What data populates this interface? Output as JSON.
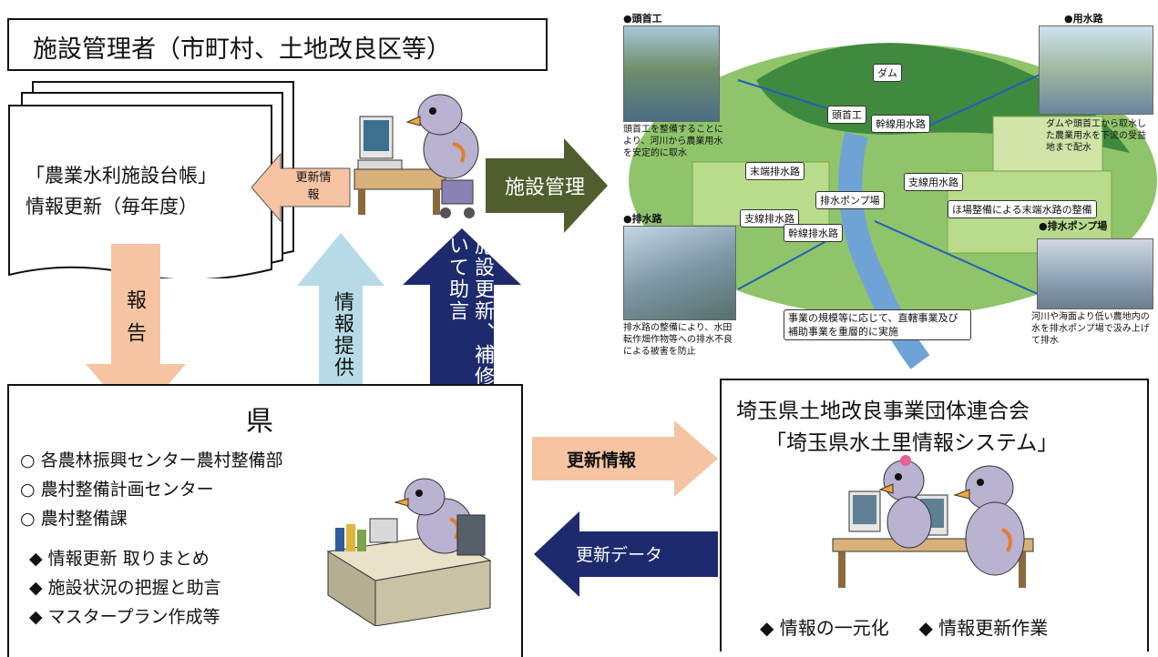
{
  "manager": {
    "title": "施設管理者（市町村、土地改良区等）",
    "ledger_line1": "「農業水利施設台帳」",
    "ledger_line2": "情報更新（毎年度）",
    "update_info_small": "更新情報"
  },
  "arrows": {
    "facility_management": "施設管理",
    "report": "報告",
    "info_provide": "情報提供",
    "advice": "施設更新、補修について助言",
    "update_info": "更新情報",
    "update_data": "更新データ"
  },
  "prefecture": {
    "title": "県",
    "offices": [
      "各農林振興センター農村整備部",
      "農村整備計画センター",
      "農村整備課"
    ],
    "duties": [
      "情報更新 取りまとめ",
      "施設状況の把握と助言",
      "マスタープラン作成等"
    ]
  },
  "federation": {
    "title": "埼玉県土地改良事業団体連合会",
    "system": "「埼玉県水土里情報システム」",
    "duties": [
      "情報の一元化",
      "情報更新作業"
    ]
  },
  "illustration": {
    "headworks_title": "●頭首工",
    "headworks_caption": "頭首工を整備することにより、河川から農業用水を安定的に取水",
    "canal_title": "●用水路",
    "canal_caption": "ダムや頭首工から取水した農業用水を下流の受益地まで配水",
    "drain_title": "●排水路",
    "drain_caption": "排水路の整備により、水田転作畑作物等への排水不良による被害を防止",
    "pump_title": "●排水ポンプ場",
    "pump_caption": "河川や海面より低い農地内の水を排水ポンプ場で汲み上げて排水",
    "labels": [
      "ダム",
      "頭首工",
      "幹線用水路",
      "末端排水路",
      "支線用水路",
      "排水ポンプ場",
      "ほ場整備による末端水路の整備",
      "支線排水路",
      "幹線排水路"
    ],
    "note": "事業の規模等に応じて、直轄事業及び補助事業を重層的に実施"
  },
  "colors": {
    "arrow_green": "#4f5e2c",
    "arrow_peach": "#f6c4a2",
    "arrow_lightblue": "#b7dbe6",
    "arrow_navy": "#1d2a6d",
    "bird": "#b9b2d0"
  }
}
